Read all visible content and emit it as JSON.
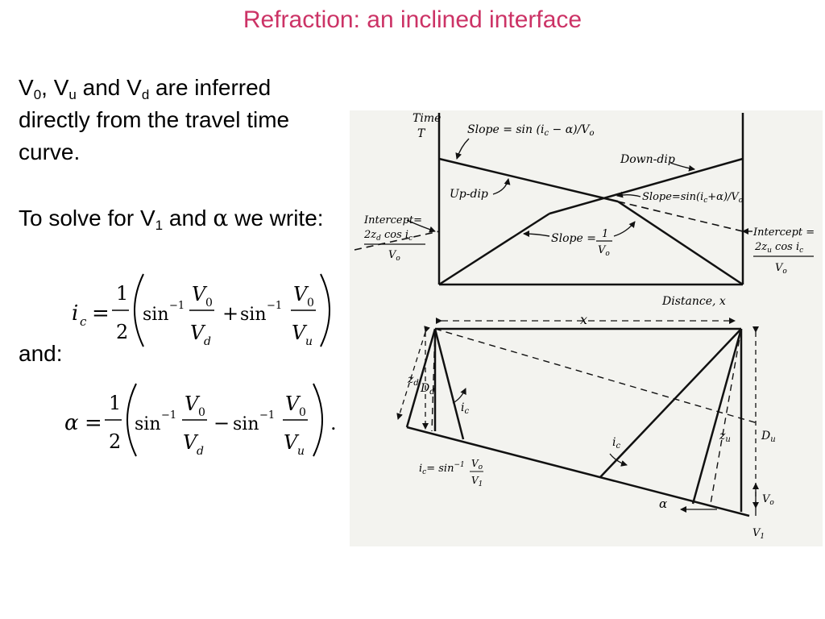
{
  "slide": {
    "title": "Refraction: an inclined interface",
    "intro": {
      "v": "V",
      "sub0": "0",
      "sep": ", V",
      "subu": "u",
      "and": " and V",
      "subd": "d",
      "line1_rest": " are inferred",
      "line2": "directly from the travel time",
      "line3": "curve."
    },
    "solve": {
      "text1": "To solve for V",
      "sub1": "1",
      "text2": " and ",
      "alpha": "α",
      "text3": " we write:"
    },
    "and_label": "and:"
  },
  "formulas": {
    "ic": {
      "lhs": "i",
      "lhs_sub": "c",
      "eq": "=",
      "half_num": "1",
      "half_den": "2",
      "sin": "sin",
      "inv": "−1",
      "num1": "V",
      "num1_sub": "0",
      "den1": "V",
      "den1_sub": "d",
      "op": "+",
      "num2": "V",
      "num2_sub": "0",
      "den2": "V",
      "den2_sub": "u"
    },
    "alpha": {
      "lhs": "α",
      "eq": "=",
      "half_num": "1",
      "half_den": "2",
      "sin": "sin",
      "inv": "−1",
      "num1": "V",
      "num1_sub": "0",
      "den1": "V",
      "den1_sub": "d",
      "op": "−",
      "num2": "V",
      "num2_sub": "0",
      "den2": "V",
      "den2_sub": "u",
      "end": "."
    }
  },
  "figure": {
    "travel_time": {
      "time_axis": "Time",
      "time_symbol": "T",
      "slope_top": "Slope = sin (i",
      "slope_top_sub": "c",
      "slope_top_end": " − α)/V",
      "slope_top_end_sub": "o",
      "down_dip": "Down-dip",
      "up_dip": "Up-dip",
      "slope_right": "Slope=sin(i",
      "slope_right_sub": "c",
      "slope_right_end": "+α)/V",
      "slope_right_end_sub": "o",
      "intercept_left": "Intercept=",
      "intercept_left_expr": "2z",
      "intercept_left_sub": "d",
      "intercept_left_cos": " cos i",
      "intercept_left_cos_sub": "c",
      "intercept_left_den": "V",
      "intercept_left_den_sub": "o",
      "slope_mid": "Slope =",
      "slope_mid_num": "1",
      "slope_mid_den": "V",
      "slope_mid_den_sub": "o",
      "intercept_right": "Intercept =",
      "intercept_right_expr": "2z",
      "intercept_right_sub": "u",
      "intercept_right_cos": " cos i",
      "intercept_right_cos_sub": "c",
      "intercept_right_den": "V",
      "intercept_right_den_sub": "o",
      "distance_axis": "Distance, x"
    },
    "geometry": {
      "x_label": "x",
      "zd": "z",
      "zd_sub": "d",
      "Dd": "D",
      "Dd_sub": "d",
      "ic_left": "i",
      "ic_left_sub": "c",
      "ic_mid": "i",
      "ic_mid_sub": "c",
      "zu": "z",
      "zu_sub": "u",
      "Du": "D",
      "Du_sub": "u",
      "ic_eq": "i",
      "ic_eq_sub": "c",
      "ic_eq_rest": "= sin",
      "ic_eq_inv": "−1",
      "ic_eq_num": "V",
      "ic_eq_num_sub": "o",
      "ic_eq_den": "V",
      "ic_eq_den_sub": "1",
      "alpha": "α",
      "v0": "V",
      "v0_sub": "o",
      "v1": "V",
      "v1_sub": "1"
    }
  }
}
